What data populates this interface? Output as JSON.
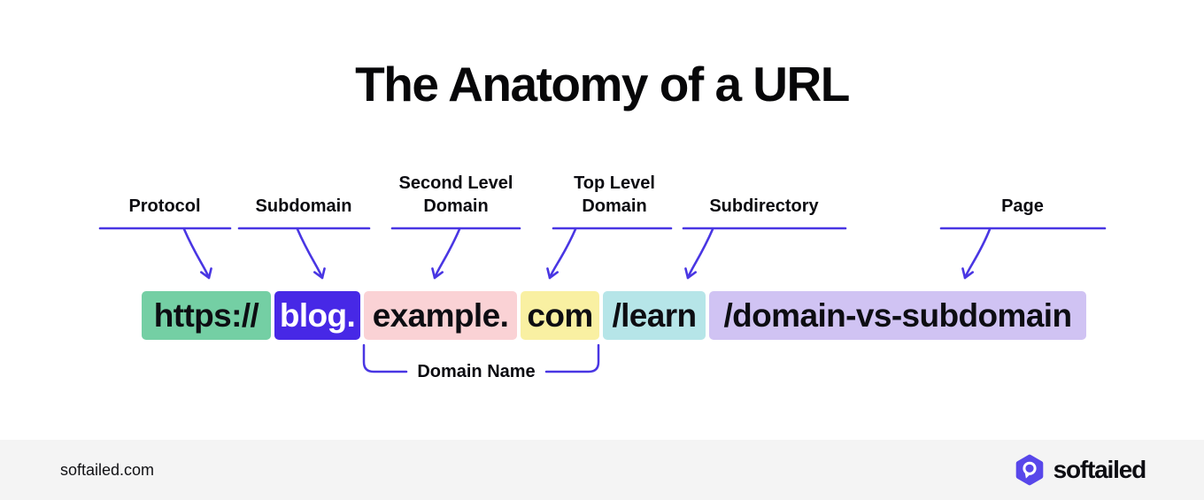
{
  "title": "The Anatomy of a URL",
  "accent_color": "#4936e3",
  "labels": [
    {
      "id": "protocol",
      "text": "Protocol"
    },
    {
      "id": "subdomain",
      "text": "Subdomain"
    },
    {
      "id": "second-level-domain",
      "text": "Second Level\nDomain"
    },
    {
      "id": "top-level-domain",
      "text": "Top Level\nDomain"
    },
    {
      "id": "subdirectory",
      "text": "Subdirectory"
    },
    {
      "id": "page",
      "text": "Page"
    }
  ],
  "url_parts": [
    {
      "label": "Protocol",
      "text": "https://",
      "bg": "#74cfa4",
      "text_color": "#0d0d12"
    },
    {
      "label": "Subdomain",
      "text": "blog.",
      "bg": "#4728e6",
      "text_color": "#ffffff"
    },
    {
      "label": "Second Level Domain",
      "text": "example.",
      "bg": "#fad2d5",
      "text_color": "#0d0d12"
    },
    {
      "label": "Top Level Domain",
      "text": "com",
      "bg": "#f9f0a2",
      "text_color": "#0d0d12"
    },
    {
      "label": "Subdirectory",
      "text": "/learn",
      "bg": "#b6e5e8",
      "text_color": "#0d0d12"
    },
    {
      "label": "Page",
      "text": "/domain-vs-subdomain",
      "bg": "#d0c3f3",
      "text_color": "#0d0d12"
    }
  ],
  "bracket": {
    "label": "Domain Name",
    "spans": [
      "example.",
      "com"
    ]
  },
  "footer": {
    "site": "softailed.com",
    "brand": "softailed",
    "logo_icon": "hexagon-magnifier-logo",
    "logo_color": "#5847ea",
    "bg": "#f4f4f4"
  }
}
